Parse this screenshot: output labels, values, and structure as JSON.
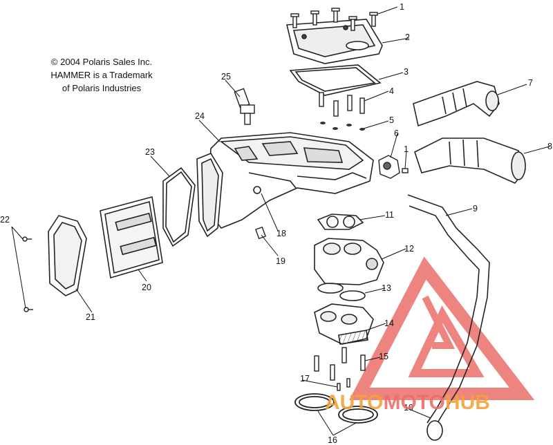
{
  "copyright": {
    "line1": "© 2004 Polaris Sales Inc.",
    "line2": "HAMMER is a Trademark",
    "line3": "of Polaris Industries"
  },
  "callouts": [
    {
      "id": "1",
      "label": "1"
    },
    {
      "id": "1b",
      "label": "1"
    },
    {
      "id": "2",
      "label": "2"
    },
    {
      "id": "3",
      "label": "3"
    },
    {
      "id": "4",
      "label": "4"
    },
    {
      "id": "5",
      "label": "5"
    },
    {
      "id": "6",
      "label": "6"
    },
    {
      "id": "7",
      "label": "7"
    },
    {
      "id": "8",
      "label": "8"
    },
    {
      "id": "9",
      "label": "9"
    },
    {
      "id": "10",
      "label": "10"
    },
    {
      "id": "11",
      "label": "11"
    },
    {
      "id": "12",
      "label": "12"
    },
    {
      "id": "13",
      "label": "13"
    },
    {
      "id": "14",
      "label": "14"
    },
    {
      "id": "15",
      "label": "15"
    },
    {
      "id": "16",
      "label": "16"
    },
    {
      "id": "17",
      "label": "17"
    },
    {
      "id": "18",
      "label": "18"
    },
    {
      "id": "19",
      "label": "19"
    },
    {
      "id": "20",
      "label": "20"
    },
    {
      "id": "21",
      "label": "21"
    },
    {
      "id": "22",
      "label": "22"
    },
    {
      "id": "23",
      "label": "23"
    },
    {
      "id": "24",
      "label": "24"
    },
    {
      "id": "25",
      "label": "25"
    }
  ],
  "watermark": {
    "part1": "AUTO",
    "part2": "MOTO",
    "part3": "HUB",
    "color_red": "#e8403a",
    "color_orange": "#f2a23a"
  }
}
